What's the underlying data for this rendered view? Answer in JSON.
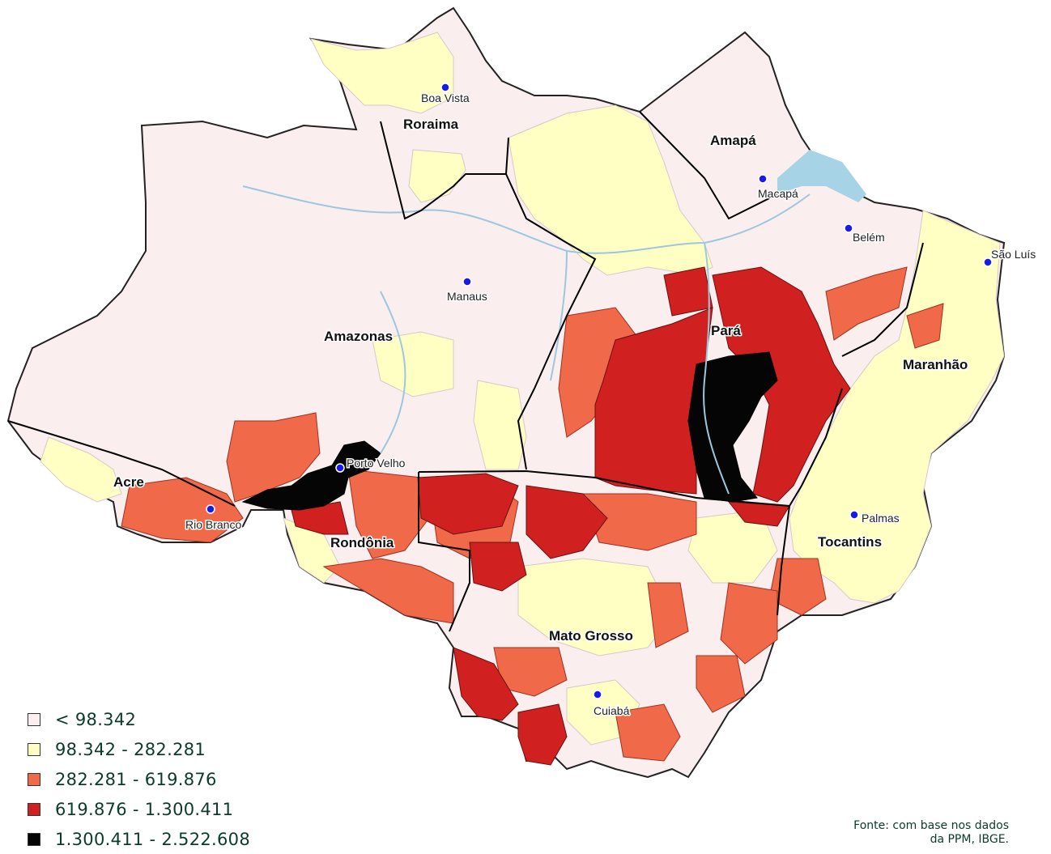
{
  "map": {
    "states": [
      {
        "name": "Roraima",
        "label": "Roraima"
      },
      {
        "name": "Amapá",
        "label": "Amapá"
      },
      {
        "name": "Amazonas",
        "label": "Amazonas"
      },
      {
        "name": "Pará",
        "label": "Pará"
      },
      {
        "name": "Maranhão",
        "label": "Maranhão"
      },
      {
        "name": "Acre",
        "label": "Acre"
      },
      {
        "name": "Rondônia",
        "label": "Rondônia"
      },
      {
        "name": "Tocantins",
        "label": "Tocantins"
      },
      {
        "name": "Mato Grosso",
        "label": "Mato Grosso"
      }
    ],
    "capitals": [
      "Boa Vista",
      "Macapá",
      "Belém",
      "São Luís",
      "Manaus",
      "Porto Velho",
      "Rio Branco",
      "Palmas",
      "Cuiabá"
    ],
    "colors": {
      "land_low": "#fbeeee",
      "class2": "#ffffc4",
      "class3": "#f06a4a",
      "class4": "#d12020",
      "class5": "#050505",
      "water": "#a6d4e6",
      "city_dot": "#1a1ae6"
    }
  },
  "legend": {
    "items": [
      {
        "label": "< 98.342",
        "color": "#fbeeee"
      },
      {
        "label": "98.342 - 282.281",
        "color": "#ffffc4"
      },
      {
        "label": "282.281 - 619.876",
        "color": "#f06a4a"
      },
      {
        "label": "619.876 - 1.300.411",
        "color": "#d12020"
      },
      {
        "label": "1.300.411 - 2.522.608",
        "color": "#050505"
      }
    ]
  },
  "source": {
    "line1": "Fonte: com base nos dados",
    "line2": "da PPM, IBGE."
  }
}
